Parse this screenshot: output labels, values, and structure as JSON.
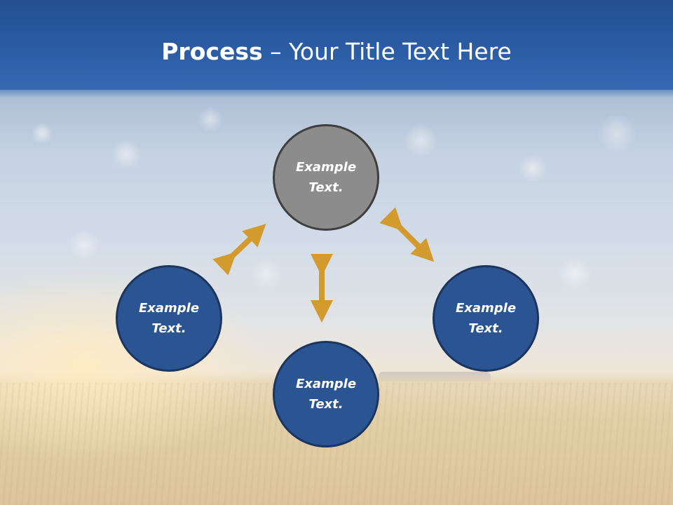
{
  "title": {
    "bold": "Process",
    "rest": " – Your Title Text Here"
  },
  "nodes": {
    "top": "Example\nText.",
    "left": "Example\nText.",
    "right": "Example\nText.",
    "bottom": "Example\nText."
  },
  "node_lines": {
    "top": [
      "Example",
      "Text."
    ],
    "left": [
      "Example",
      "Text."
    ],
    "right": [
      "Example",
      "Text."
    ],
    "bottom": [
      "Example",
      "Text."
    ]
  },
  "colors": {
    "title_bar": "#2c5ea6",
    "node_blue": "#2b5592",
    "node_gray": "#8c8c8c",
    "arrow": "#d39a2e"
  }
}
